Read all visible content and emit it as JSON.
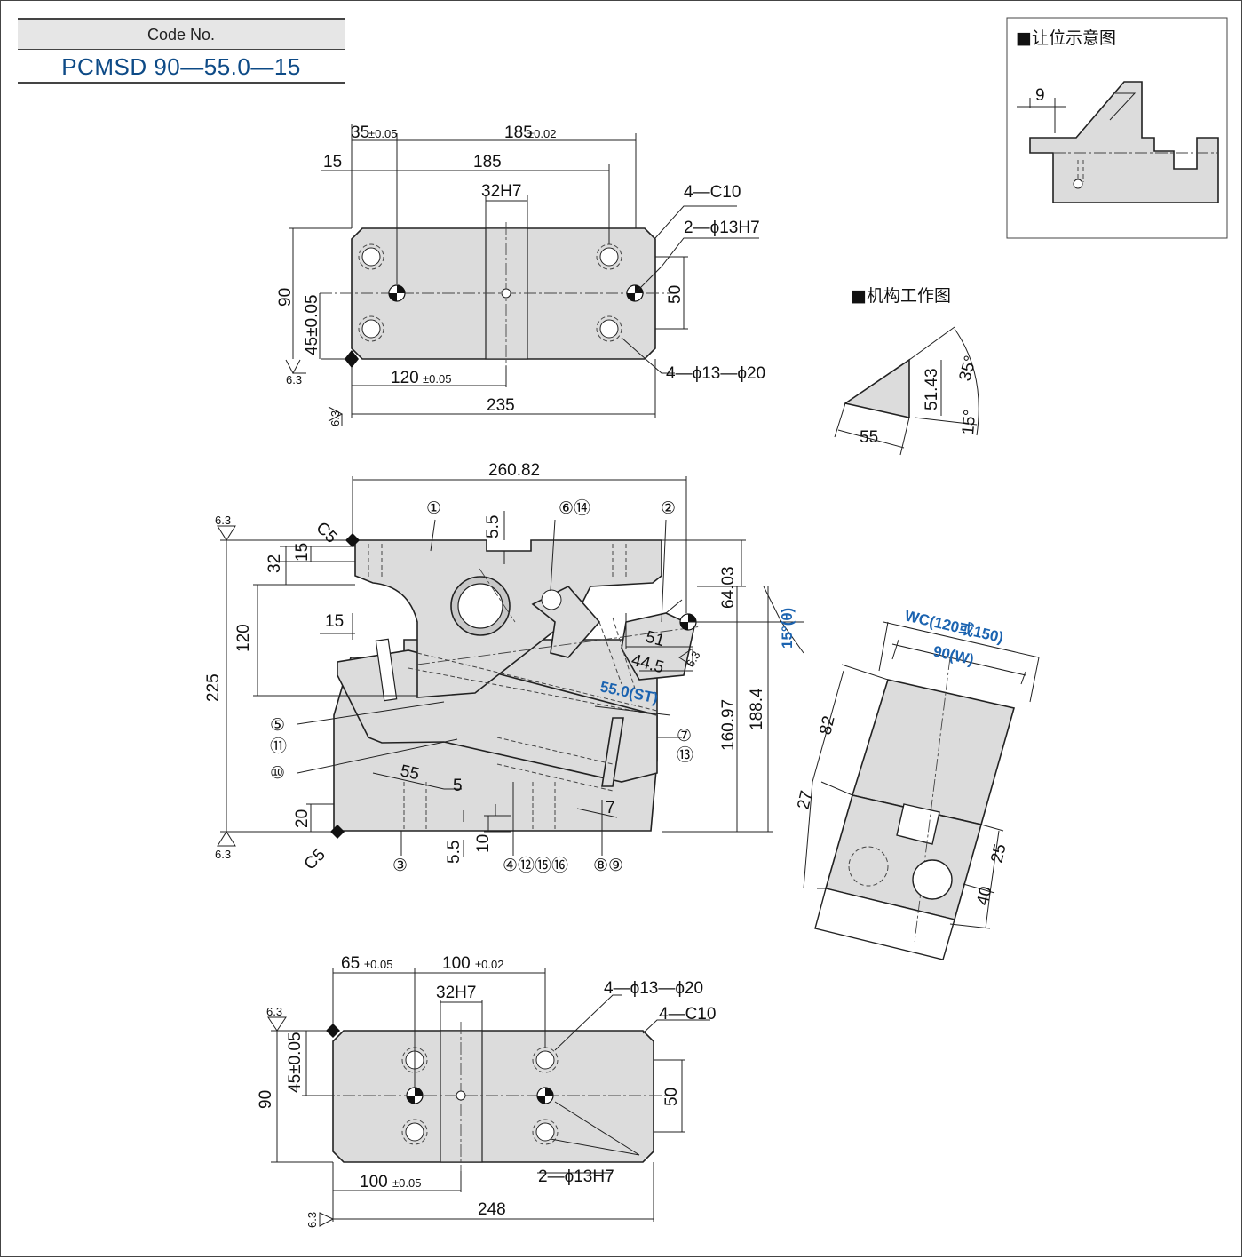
{
  "code": {
    "label": "Code No.",
    "value": "PCMSD 90—55.0—15"
  },
  "insets": {
    "clearance_title": "■让位示意图",
    "clearance_dim": "9",
    "mechanism_title": "■机构工作图"
  },
  "mechanism": {
    "d1": "51.43",
    "d2": "55",
    "a1": "35°",
    "a2": "15°"
  },
  "top_view": {
    "d35": "35",
    "tol005": "±0.05",
    "d185t": "185",
    "tol002": "±0.02",
    "d15": "15",
    "d185": "185",
    "d32h7": "32H7",
    "c10": "4—C10",
    "hole13h7": "2—ϕ13H7",
    "d90": "90",
    "d45": "45±0.05",
    "d50": "50",
    "d120": "120",
    "holes": "4—ϕ13—ϕ20",
    "d235": "235",
    "rough": "6.3"
  },
  "side_view": {
    "d260": "260.82",
    "c5": "C5",
    "d5_5": "5.5",
    "d32": "32",
    "d15": "15",
    "d120": "120",
    "d225": "225",
    "d64": "64.03",
    "theta": "15°(θ)",
    "d51": "51",
    "d44_5": "44.5",
    "st": "55.0(ST)",
    "d160": "160.97",
    "d188": "188.4",
    "d55": "55",
    "d5": "5",
    "d7": "7",
    "d20": "20",
    "d10": "10",
    "n1": "①",
    "n2": "②",
    "n3": "③",
    "n5": "⑤",
    "n11": "⑪",
    "n10": "⑩",
    "n6_14": "⑥⑭",
    "n7": "⑦",
    "n13": "⑬",
    "n4_16": "④⑫⑮⑯",
    "n8_9": "⑧⑨"
  },
  "bottom_view": {
    "d65": "65",
    "d100t": "100",
    "d32h7": "32H7",
    "holes": "4—ϕ13—ϕ20",
    "c10": "4—C10",
    "d90": "90",
    "d45": "45±0.05",
    "d50": "50",
    "d100": "100",
    "hole13h7": "2—ϕ13H7",
    "d248": "248"
  },
  "width_view": {
    "wc": "WC(120或150)",
    "w": "90(W)",
    "d82": "82",
    "d27": "27",
    "d25": "25",
    "d40": "40"
  }
}
